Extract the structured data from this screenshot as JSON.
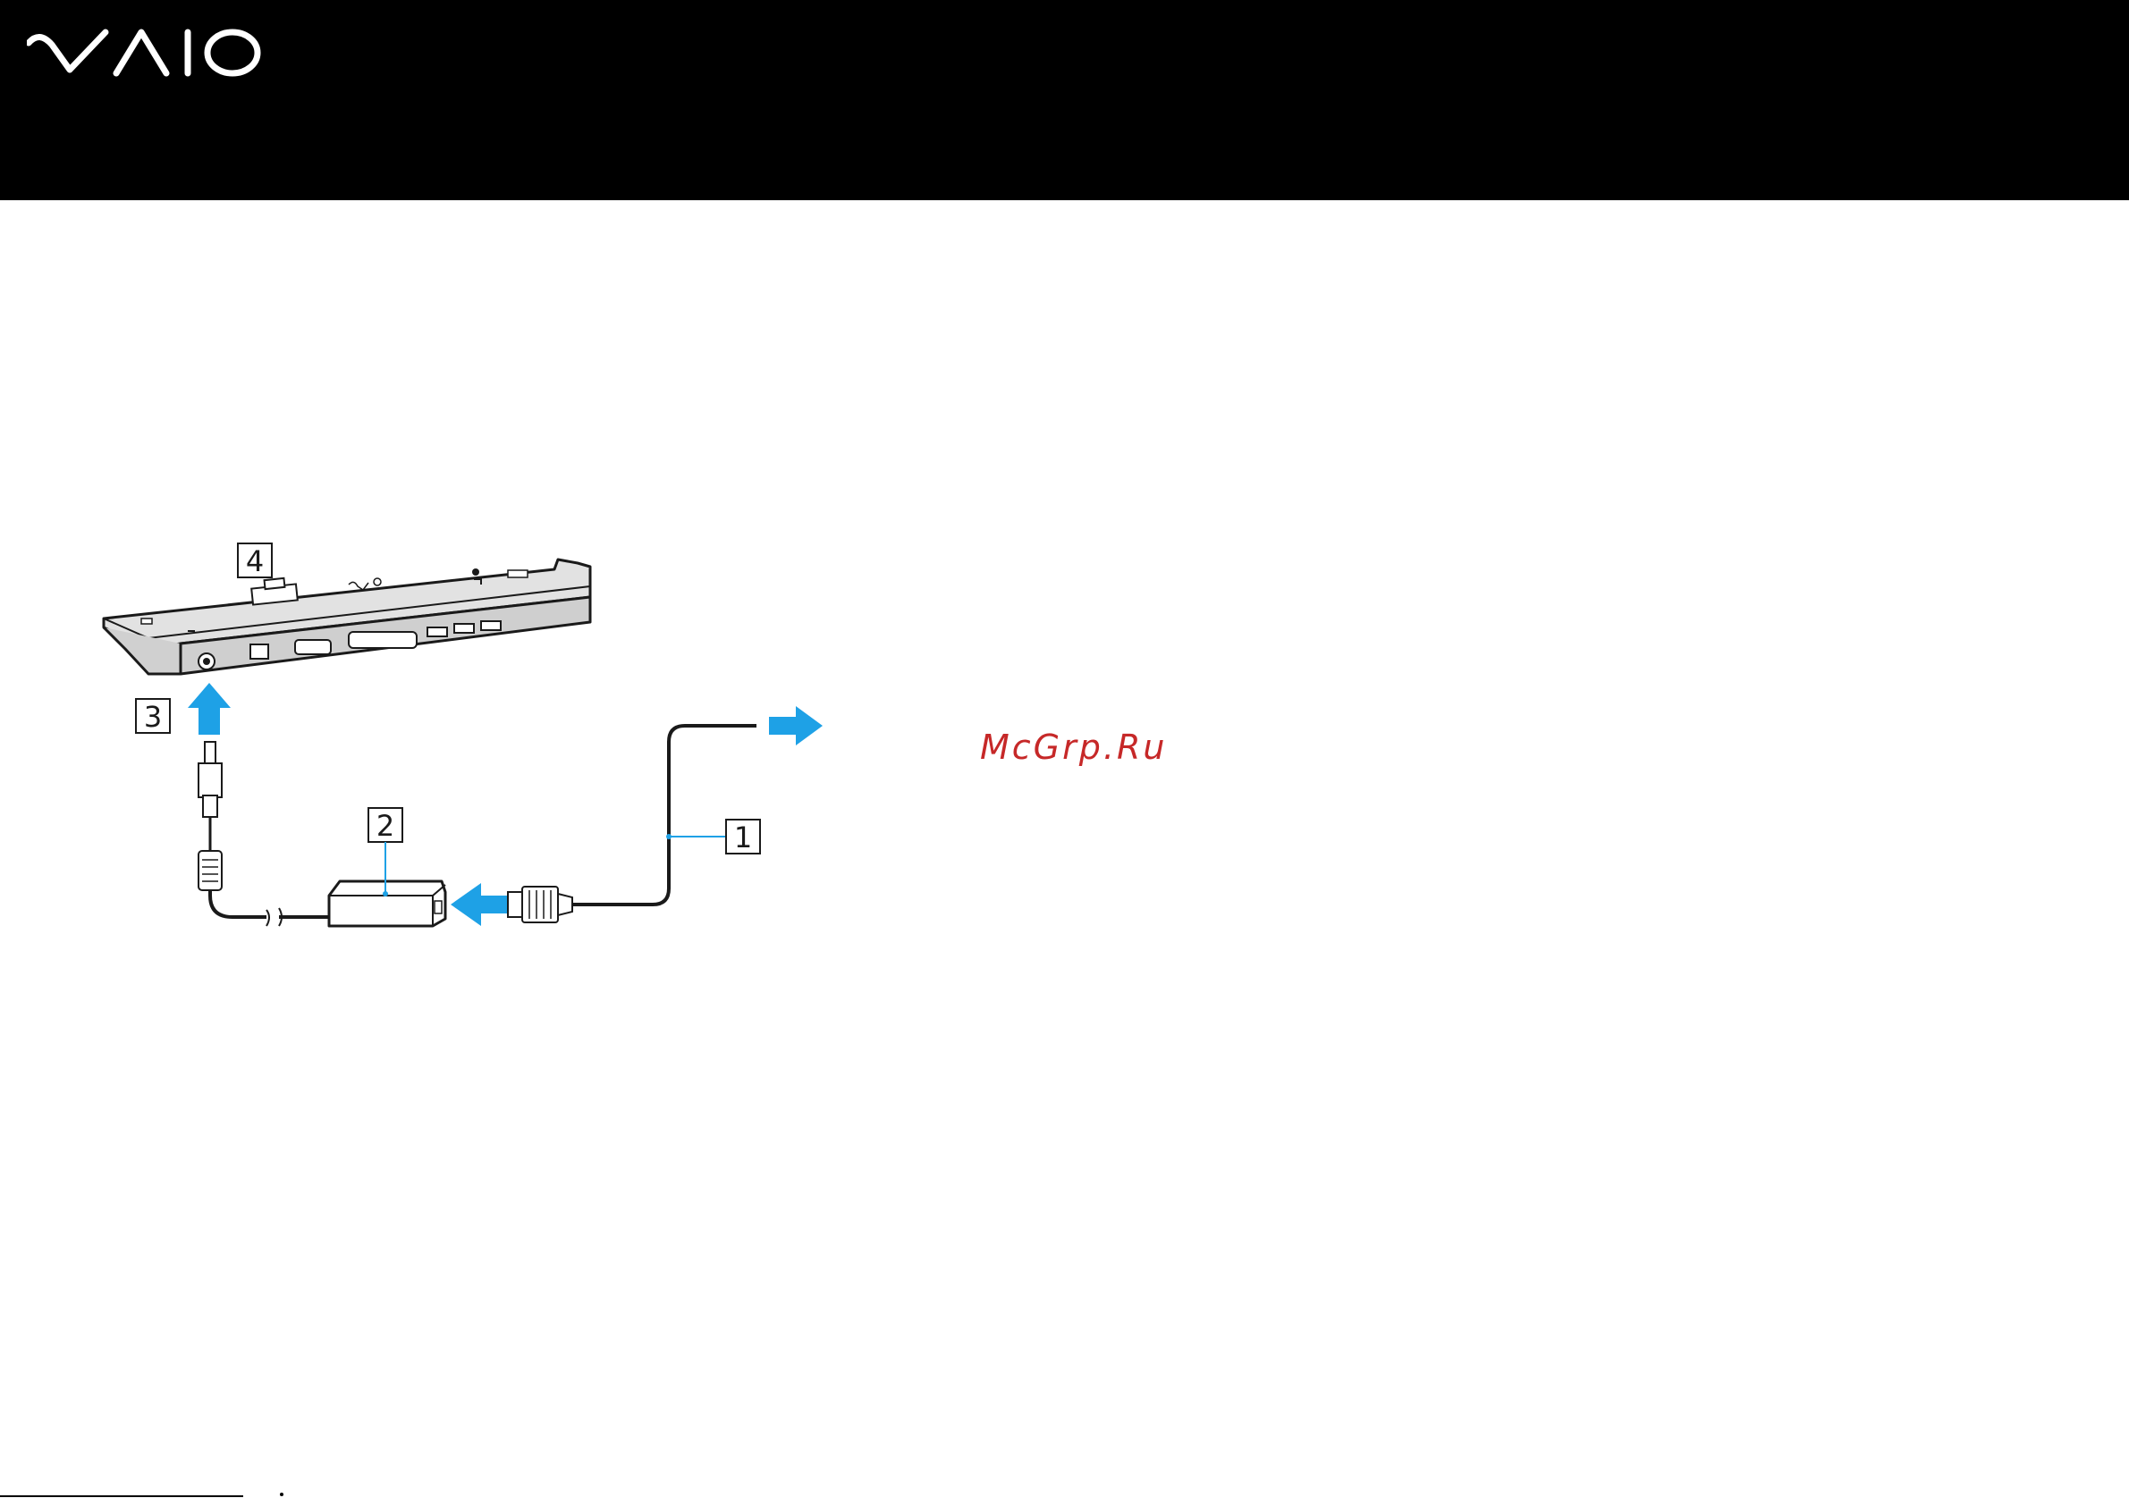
{
  "header": {
    "logo_text": "VAIO",
    "background": "#000000",
    "logo_color": "#ffffff"
  },
  "diagram": {
    "callouts": [
      {
        "id": "callout-1",
        "label": "1"
      },
      {
        "id": "callout-2",
        "label": "2"
      },
      {
        "id": "callout-3",
        "label": "3"
      },
      {
        "id": "callout-4",
        "label": "4"
      }
    ],
    "arrow_color": "#1ea1e6",
    "leader_color": "#1ea1e6"
  },
  "watermark": {
    "text": "McGrp.Ru",
    "color": "#c62828"
  }
}
